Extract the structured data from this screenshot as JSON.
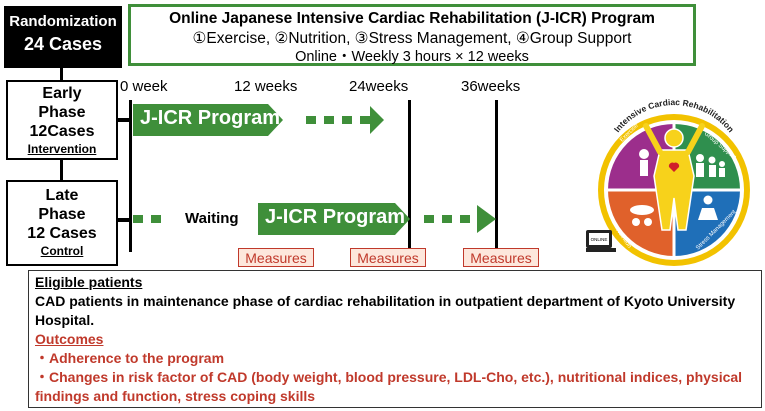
{
  "randomization": {
    "line1": "Randomization",
    "line2": "24 Cases"
  },
  "program_title": {
    "title": "Online Japanese Intensive Cardiac Rehabilitation (J-ICR) Program",
    "components": "①Exercise, ②Nutrition, ③Stress Management, ④Group Support",
    "schedule": "Online・Weekly 3 hours × 12 weeks"
  },
  "timeline": {
    "weeks": [
      "0 week",
      "12 weeks",
      "24weeks",
      "36weeks"
    ]
  },
  "early_phase": {
    "line1": "Early",
    "line2": "Phase",
    "line3": "12Cases",
    "group": "Intervention",
    "program_label": "J-ICR Program"
  },
  "late_phase": {
    "line1": "Late",
    "line2": "Phase",
    "line3": "12 Cases",
    "group": "Control",
    "waiting_label": "Waiting",
    "program_label": "J-ICR Program"
  },
  "measures": [
    "Measures",
    "Measures",
    "Measures"
  ],
  "wheel": {
    "title": "Intensive Cardiac Rehabilitation",
    "segments": [
      "Exercise",
      "Group Support",
      "Nutrition",
      "Stress Management"
    ],
    "laptop_label": "ONLINE",
    "colors": {
      "exercise": "#9c2e8c",
      "group_support": "#2f8f4e",
      "nutrition": "#e0612b",
      "stress": "#1f6fb8",
      "ring": "#f2c200",
      "figure": "#f7d21b"
    }
  },
  "eligible": {
    "heading": "Eligible patients",
    "text": "CAD patients in maintenance phase of cardiac rehabilitation in outpatient department of Kyoto University Hospital."
  },
  "outcomes": {
    "heading": "Outcomes",
    "items": [
      "・Adherence to the program",
      "・Changes in risk factor of CAD (body weight, blood pressure, LDL-Cho, etc.), nutritional indices, physical findings and function, stress coping skills"
    ]
  },
  "colors": {
    "program_green": "#3f8f3a",
    "measure_red": "#c0392b",
    "measure_bg": "#fde7dc"
  }
}
